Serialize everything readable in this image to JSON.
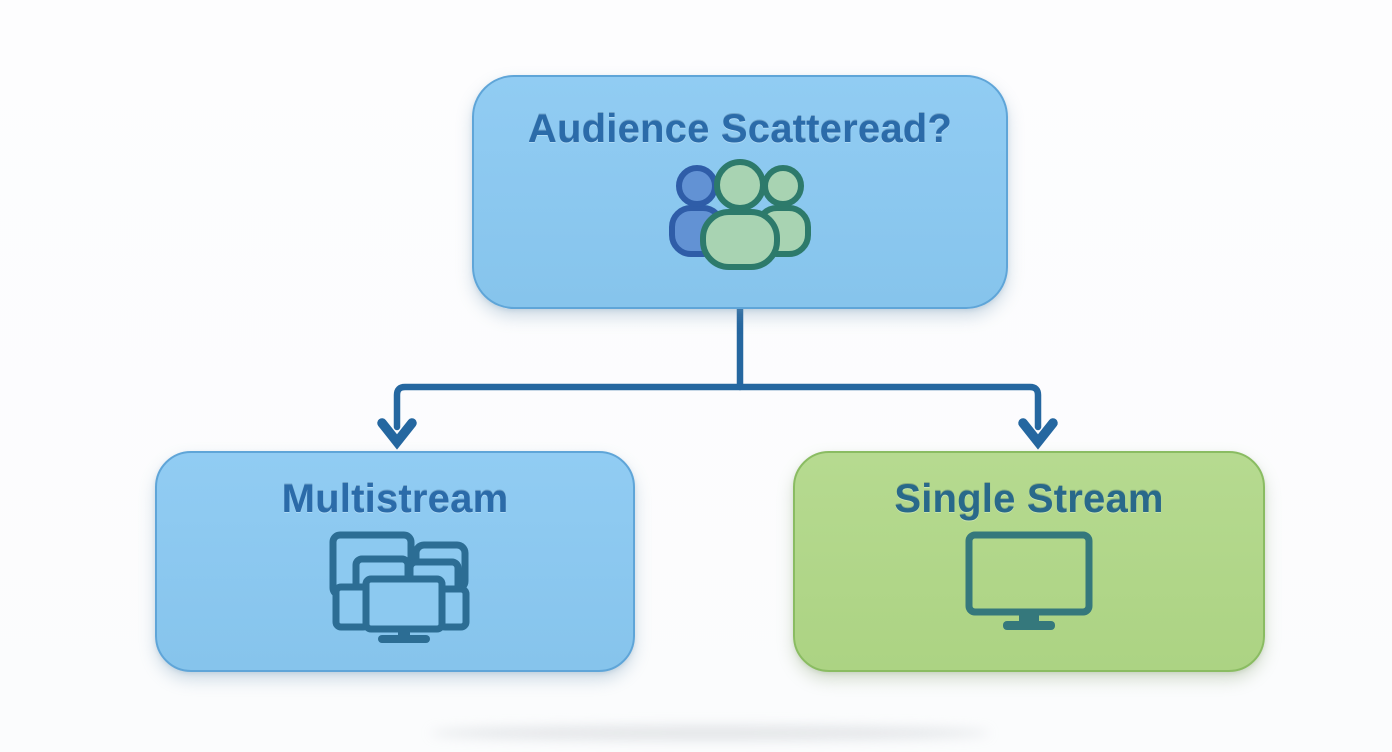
{
  "nodes": {
    "root": {
      "label": "Audience Scatteread?",
      "icon": "audience-group-icon"
    },
    "left": {
      "label": "Multistream",
      "icon": "multi-device-icon"
    },
    "right": {
      "label": "Single Stream",
      "icon": "single-monitor-icon"
    }
  },
  "colors": {
    "blue_fill_top": "#91ccf3",
    "blue_fill_bottom": "#86c4ec",
    "blue_border": "#5fa5d8",
    "green_fill_top": "#b6da90",
    "green_fill_bottom": "#acd383",
    "green_border": "#8abc62",
    "label_blue": "#2b6ba9",
    "label_teal": "#29698a",
    "connector": "#2567a0",
    "people_blue_fill": "#6292d4",
    "people_blue_stroke": "#2f5da8",
    "people_green_fill": "#a8d3b2",
    "people_green_stroke": "#2d7a6b",
    "devices_stroke": "#2c6d94",
    "devices_fill": "#8cc9f0",
    "monitor_stroke": "#35787c"
  }
}
